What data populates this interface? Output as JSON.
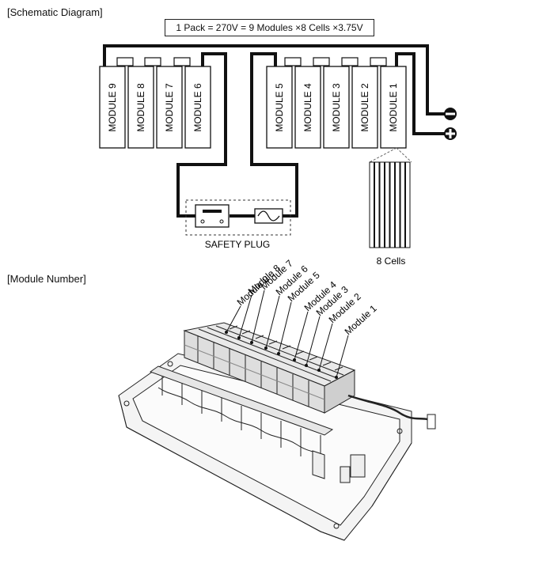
{
  "schematic": {
    "title": "[Schematic Diagram]",
    "formula": "1 Pack = 270V = 9 Modules ×8 Cells ×3.75V",
    "modules_left": [
      "MODULE 9",
      "MODULE 8",
      "MODULE 7",
      "MODULE 6"
    ],
    "modules_right": [
      "MODULE 5",
      "MODULE 4",
      "MODULE 3",
      "MODULE 2",
      "MODULE 1"
    ],
    "safety_plug_label": "SAFETY PLUG",
    "cells_label": "8 Cells",
    "terminal_negative": "negative-terminal-icon",
    "terminal_positive": "positive-terminal-icon"
  },
  "module_number": {
    "title": "[Module Number]",
    "callouts": [
      "Module 9",
      "Module 8",
      "Module 7",
      "Module 6",
      "Module 5",
      "Module 4",
      "Module 3",
      "Module 2",
      "Module 1"
    ]
  }
}
